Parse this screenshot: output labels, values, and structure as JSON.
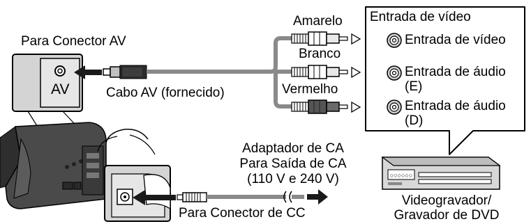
{
  "labels": {
    "av_connector": "Para Conector AV",
    "av_port": "AV",
    "av_cable": "Cabo AV (fornecido)",
    "yellow": "Amarelo",
    "white": "Branco",
    "red": "Vermelho",
    "video_input_title": "Entrada de vídeo",
    "video_input": "Entrada de vídeo",
    "audio_input_left_1": "Entrada de áudio",
    "audio_input_left_2": "(E)",
    "audio_input_right_1": "Entrada de áudio",
    "audio_input_right_2": "(D)",
    "adapter_1": "Adaptador de CA",
    "adapter_2": "Para Saída de CA",
    "adapter_3": "(110 V e 240 V)",
    "dc_connector": "Para Conector de CC",
    "recorder_1": "Videogravador/",
    "recorder_2": "Gravador de DVD",
    "recorder_display": "○○○○○○"
  },
  "colors": {
    "cable": "#8a8a8a",
    "box_fill": "#d4d4d4",
    "arrow": "#1a1a1a",
    "red_plug": "#555555",
    "camera": "#3a3a3a"
  }
}
